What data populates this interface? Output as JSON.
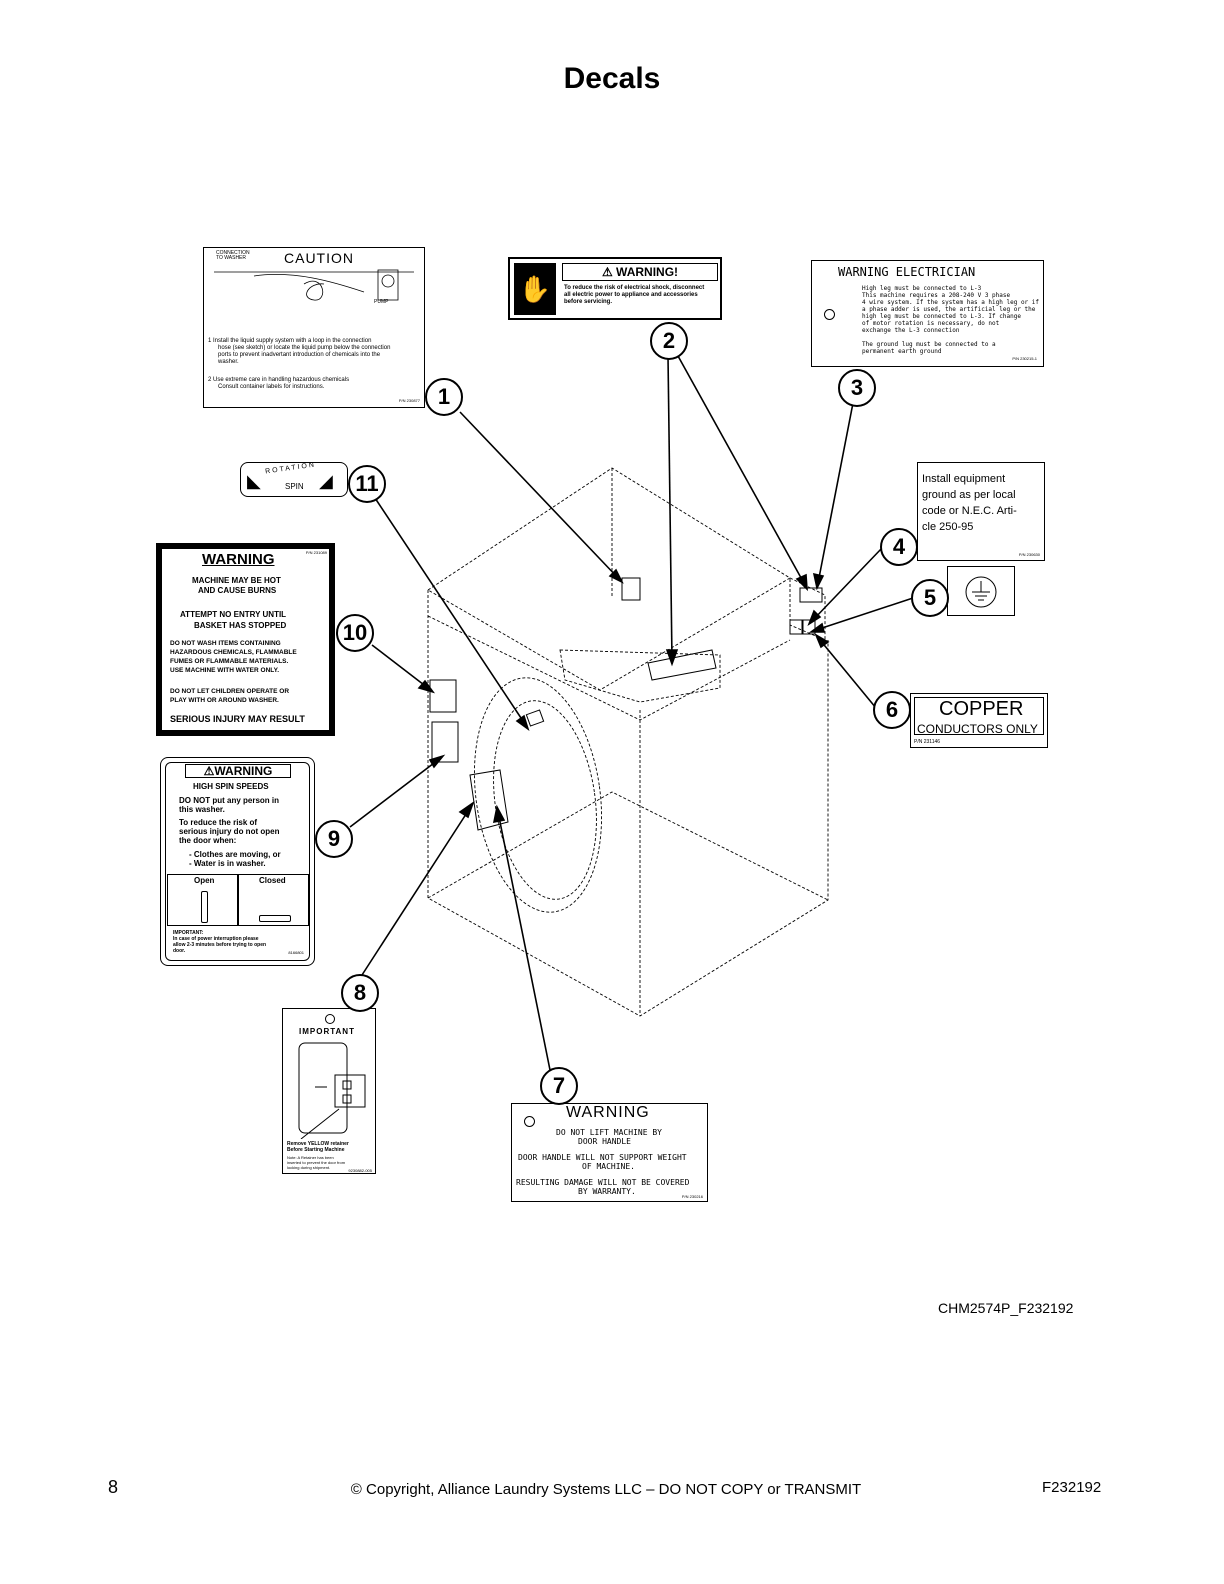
{
  "page": {
    "title": "Decals",
    "figure_id": "CHM2574P_F232192",
    "page_number": "8",
    "copyright": "© Copyright, Alliance Laundry Systems LLC – DO NOT COPY or TRANSMIT",
    "doc_id": "F232192"
  },
  "callouts": [
    "1",
    "2",
    "3",
    "4",
    "5",
    "6",
    "7",
    "8",
    "9",
    "10",
    "11"
  ],
  "decal1": {
    "conn": "CONNECTION",
    "to": "TO WASHER",
    "caution": "CAUTION",
    "pump": "PUMP",
    "l1": "1   Install the liquid supply system with a loop in the connection",
    "l2": "hose (see sketch) or locate the liquid pump below the connection",
    "l3": "ports to prevent inadvertant introduction of chemicals into the",
    "l4": "washer.",
    "l5": "2   Use extreme care in handling hazardous chemicals",
    "l6": "Consult container labels for instructions.",
    "pn": "P/N 230877"
  },
  "decal2": {
    "heading": "WARNING!",
    "l1": "To reduce the risk of electrical shock, disconnect",
    "l2": "all electric power to appliance and accessories",
    "l3": "before servicing."
  },
  "decal3": {
    "heading": "WARNING  ELECTRICIAN",
    "l1": "High leg must be connected to L-3",
    "l2": "This machine requires a 208-240 V 3 phase",
    "l3": "4 wire system. If the system has a high leg or if",
    "l4": "a phase adder is used, the artificial leg or the",
    "l5": "high leg must be connected to L-3. If change",
    "l6": "of motor rotation is necessary, do not",
    "l7": "exchange the L-3 connection",
    "l8": "The ground lug must be connected to a",
    "l9": "permanent earth ground",
    "pn": "P/N 230215-1"
  },
  "decal4": {
    "l1": "Install  equipment",
    "l2": "ground  as  per  local",
    "l3": "code  or  N.E.C.  Arti-",
    "l4": "cle  250-95",
    "pn": "P/N 230630"
  },
  "decal6": {
    "l1": "COPPER",
    "l2": "CONDUCTORS  ONLY",
    "pn": "P/N 231146"
  },
  "decal7": {
    "heading": "WARNING",
    "l1": "DO NOT LIFT MACHINE BY",
    "l2": "DOOR HANDLE",
    "l3": "DOOR HANDLE WILL NOT SUPPORT WEIGHT",
    "l4": "OF MACHINE.",
    "l5": "RESULTING DAMAGE WILL NOT BE COVERED",
    "l6": "BY WARRANTY.",
    "pn": "P/N 230216"
  },
  "decal8": {
    "heading": "IMPORTANT",
    "l1": "Remove YELLOW retainer",
    "l2": "Before Starting Machine",
    "n1": "Note: A Retainer has been",
    "n2": "inserted to prevent the door from",
    "n3": "locking during shipment.",
    "pn": "9230882-005"
  },
  "decal9": {
    "heading": "WARNING",
    "sub": "HIGH SPIN SPEEDS",
    "l1": "DO NOT put any person in",
    "l2": "this washer.",
    "l3": "To reduce the risk of",
    "l4": "serious injury do not open",
    "l5": "the door when:",
    "l6": "- Clothes are moving, or",
    "l7": "- Water is in washer.",
    "open": "Open",
    "closed": "Closed",
    "imp": "IMPORTANT:",
    "i1": "In case of power interruption please",
    "i2": "allow 2-3 minutes before trying to open",
    "i3": "door.",
    "pn": "8166801"
  },
  "decal10": {
    "pn": "P/N 231089",
    "heading": "WARNING",
    "l1": "MACHINE MAY BE HOT",
    "l2": "AND CAUSE BURNS",
    "l3": "ATTEMPT NO ENTRY UNTIL",
    "l4": "BASKET HAS STOPPED",
    "l5": "DO NOT WASH ITEMS CONTAINING",
    "l6": "HAZARDOUS CHEMICALS, FLAMMABLE",
    "l7": "FUMES OR FLAMMABLE MATERIALS.",
    "l8": "USE MACHINE WITH WATER ONLY.",
    "l9": "DO NOT LET CHILDREN OPERATE OR",
    "l10": "PLAY WITH OR AROUND WASHER.",
    "l11": "SERIOUS INJURY MAY RESULT"
  },
  "decal11": {
    "rotation": "ROTATION",
    "spin": "SPIN"
  }
}
